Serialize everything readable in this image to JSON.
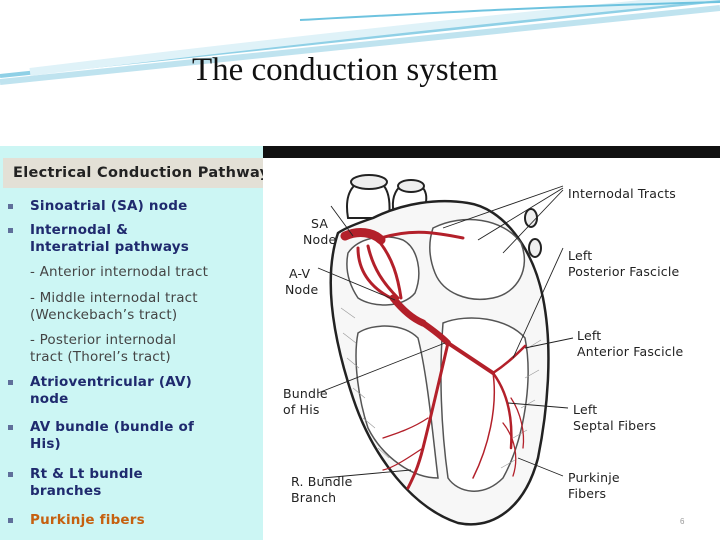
{
  "slide": {
    "title": "The conduction system",
    "page_number": "6"
  },
  "panel": {
    "header": "Electrical Conduction Pathway",
    "items": [
      {
        "text": "Sinoatrial (SA) node"
      },
      {
        "text": "Internodal &\nInteratrial pathways"
      },
      {
        "text": "- Anterior internodal tract"
      },
      {
        "text": "- Middle internodal tract\n  (Wenckebach’s tract)"
      },
      {
        "text": "- Posterior internodal\n  tract (Thorel’s tract)"
      },
      {
        "text": "Atrioventricular (AV)\nnode"
      },
      {
        "text": "AV bundle (bundle of\nHis)"
      },
      {
        "text": "Rt & Lt bundle\nbranches"
      },
      {
        "text": "Purkinje fibers"
      }
    ]
  },
  "diagram": {
    "labels": {
      "internodal_tracts": "Internodal Tracts",
      "sa_1": "SA",
      "sa_2": "Node",
      "av_1": "A-V",
      "av_2": "Node",
      "left_post_1": "Left",
      "left_post_2": "Posterior  Fascicle",
      "left_ant_1": "Left",
      "left_ant_2": "Anterior  Fascicle",
      "bundle_his_1": "Bundle",
      "bundle_his_2": "of His",
      "left_septal_1": "Left",
      "left_septal_2": "Septal  Fibers",
      "r_bundle_1": "R. Bundle",
      "r_bundle_2": "Branch",
      "purkinje_1": "Purkinje",
      "purkinje_2": "Fibers"
    }
  },
  "colors": {
    "panel_bg": "#ccf6f4",
    "header_bg": "#e3e0d6",
    "item_text": "#1f2a6e",
    "highlight_text": "#c6600f",
    "conduction_red": "#b3202a"
  }
}
